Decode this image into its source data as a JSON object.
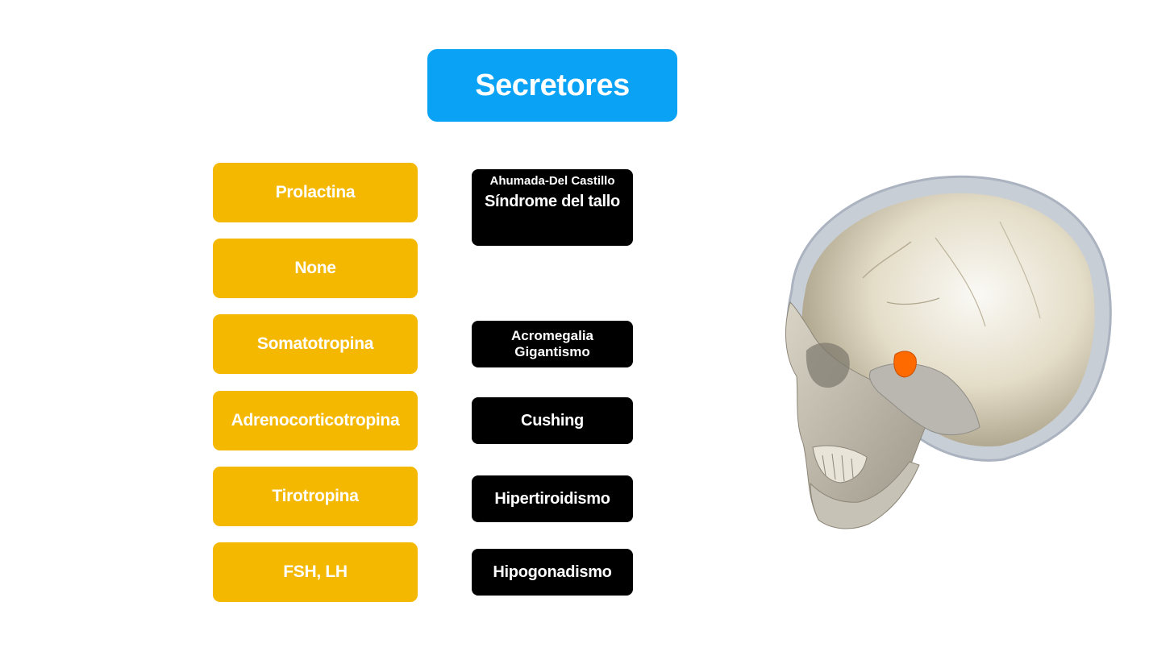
{
  "title": "Secretores",
  "hormones": [
    {
      "label": "Prolactina"
    },
    {
      "label": "None"
    },
    {
      "label": "Somatotropina"
    },
    {
      "label": "Adrenocorticotropina"
    },
    {
      "label": "Tirotropina"
    },
    {
      "label": "FSH, LH"
    }
  ],
  "diseases": {
    "prolactina": {
      "subtitle": "Ahumada-Del Castillo",
      "title": "Síndrome del tallo"
    },
    "somatotropina": {
      "line1": "Acromegalia",
      "line2": "Gigantismo"
    },
    "adrenocorticotropina": {
      "label": "Cushing"
    },
    "tirotropina": {
      "label": "Hipertiroidismo"
    },
    "fsh_lh": {
      "label": "Hipogonadismo"
    }
  },
  "colors": {
    "title_bg": "#0aa2f5",
    "hormone_bg": "#f5b800",
    "disease_bg": "#000000",
    "pituitary_highlight": "#ff6a00"
  }
}
